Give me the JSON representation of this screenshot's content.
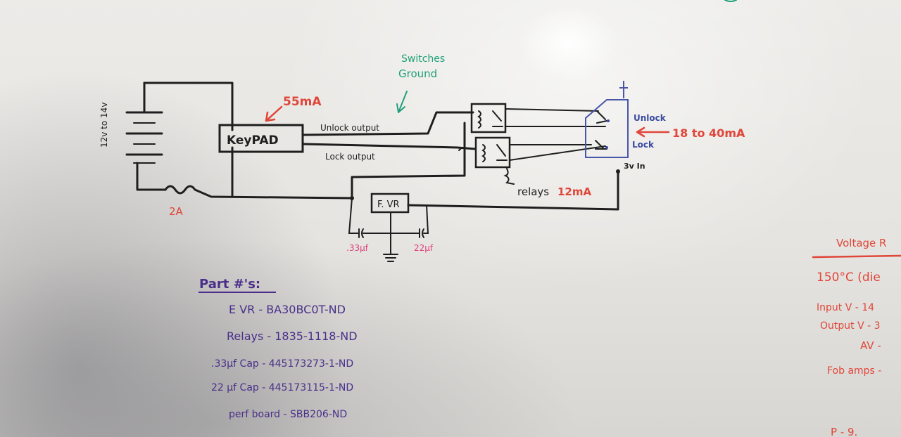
{
  "battery": {
    "label": "12v to 14v"
  },
  "fuse": {
    "label": "2A"
  },
  "keypad": {
    "label": "KeyPAD",
    "current": "55mA"
  },
  "outputs": {
    "unlock": "Unlock output",
    "lock": "Lock output"
  },
  "switches_note": {
    "line1": "Switches",
    "line2": "Ground"
  },
  "fob": {
    "unlock": "Unlock",
    "lock": "Lock",
    "input": "3v In",
    "current": "18 to 40mA"
  },
  "relays": {
    "label": "relays",
    "current": "12mA"
  },
  "regulator": {
    "label": "F. VR"
  },
  "capacitors": {
    "left": ".33µf",
    "right": "22µf"
  },
  "parts": {
    "heading": "Part #'s:",
    "items": [
      "E VR - BA30BC0T-ND",
      "Relays - 1835-1118-ND",
      ".33µf Cap - 445173273-1-ND",
      "22 µf Cap - 445173115-1-ND",
      "perf board - SBB206-ND"
    ]
  },
  "voltage_notes": {
    "heading": "Voltage R",
    "lines": [
      "150°C (die",
      "Input V - 14",
      "Output V - 3",
      "AV -",
      "Fob amps -",
      "P - 9."
    ]
  },
  "colors": {
    "black": "#1e1e1e",
    "red": "#e0463a",
    "green": "#1fa07a",
    "blue": "#3a4aa0",
    "purple": "#4a2f8a",
    "pink": "#e0407a"
  }
}
